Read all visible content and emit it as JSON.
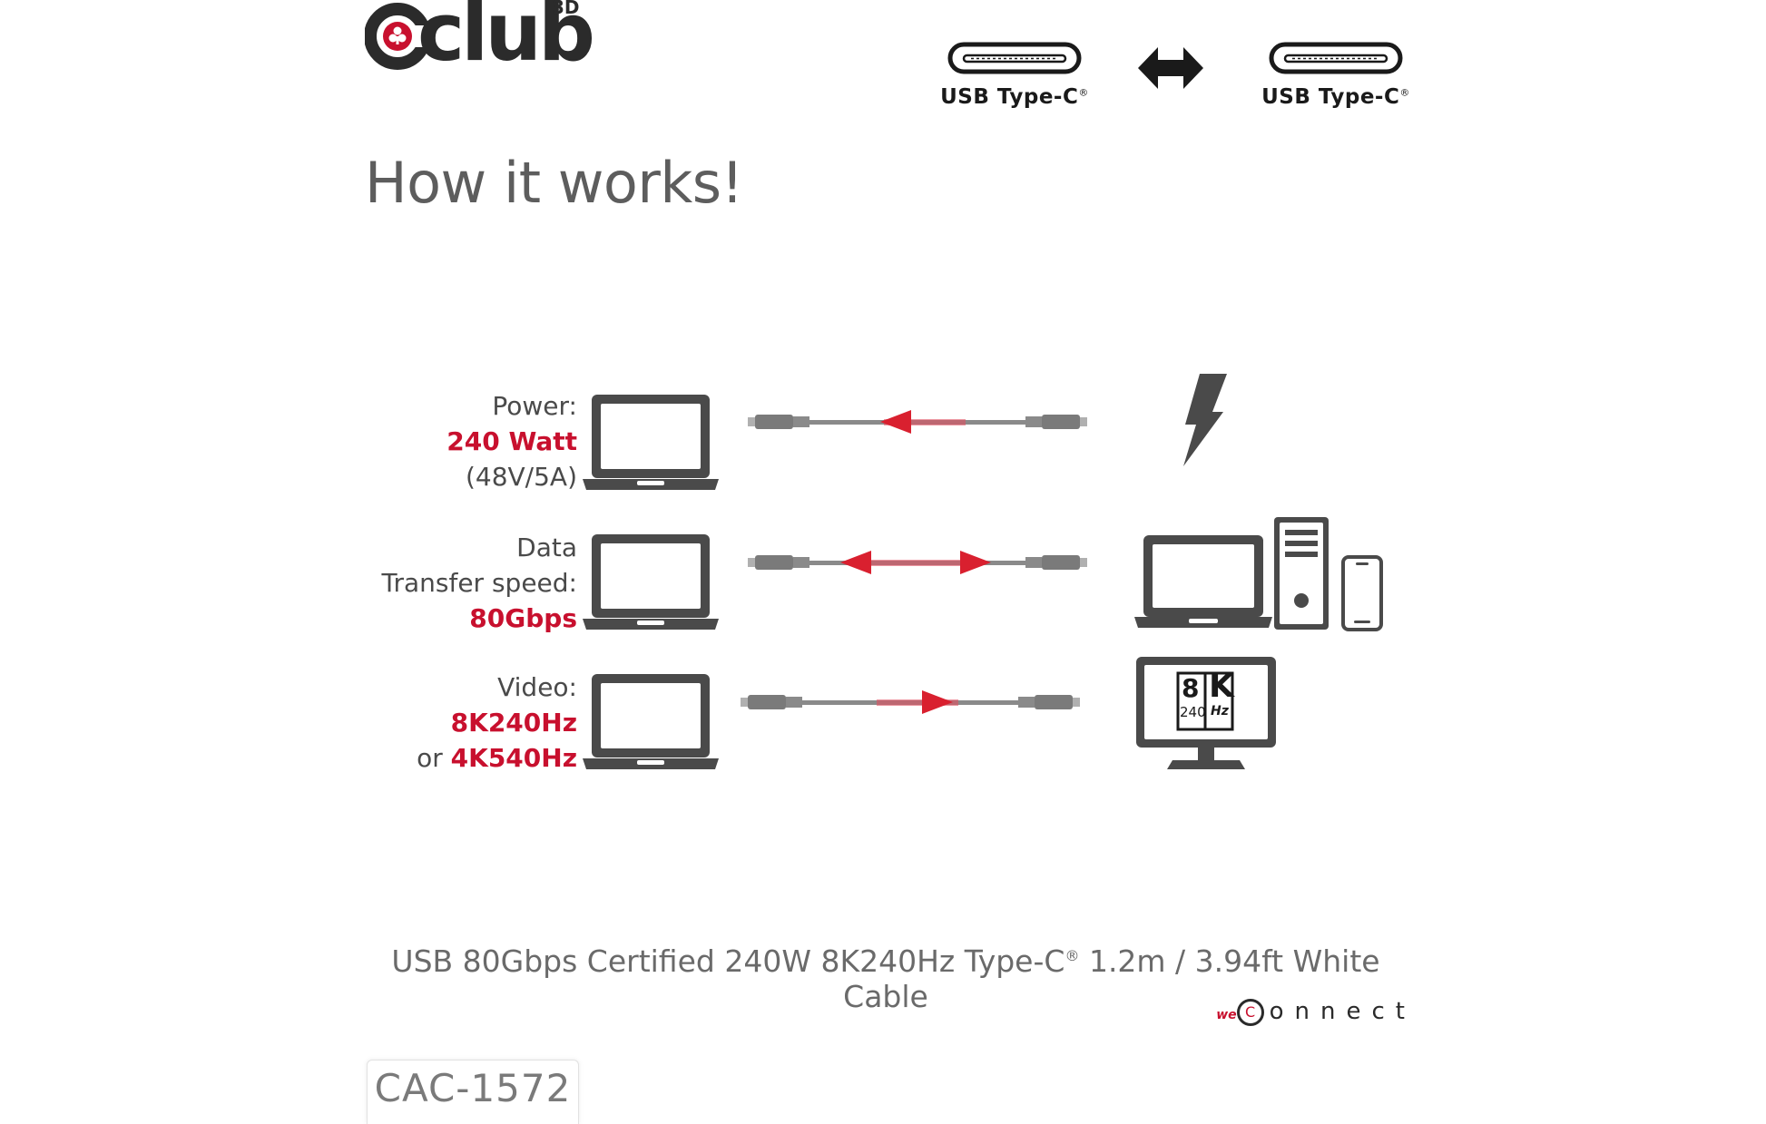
{
  "brand": {
    "name": "club",
    "superscript": "3D"
  },
  "connectors": {
    "left_label": "USB Type-C",
    "right_label": "USB Type-C",
    "trademark": "®"
  },
  "title": "How it works!",
  "rows": {
    "power": {
      "line1": "Power:",
      "value": "240 Watt",
      "line3": "(48V/5A)"
    },
    "data": {
      "line1": "Data",
      "line2": "Transfer speed:",
      "value": "80Gbps"
    },
    "video": {
      "line1": "Video:",
      "value": "8K240Hz",
      "line3_prefix": "or ",
      "value2": "4K540Hz"
    }
  },
  "monitor_badge": {
    "big_left": "8",
    "big_right": "K",
    "small_left": "240",
    "small_right": "Hz"
  },
  "product": {
    "name_part1": "USB 80Gbps Certified 240W 8K240Hz Type-C",
    "trademark": "®",
    "name_part2": " 1.2m / 3.94ft White Cable"
  },
  "footer_brand": {
    "we": "we",
    "c": "C",
    "rest": "onnect"
  },
  "sku": "CAC-1572",
  "colors": {
    "accent": "#c8102e",
    "icon": "#4a4a4a",
    "cable": "#8a8a8a"
  }
}
